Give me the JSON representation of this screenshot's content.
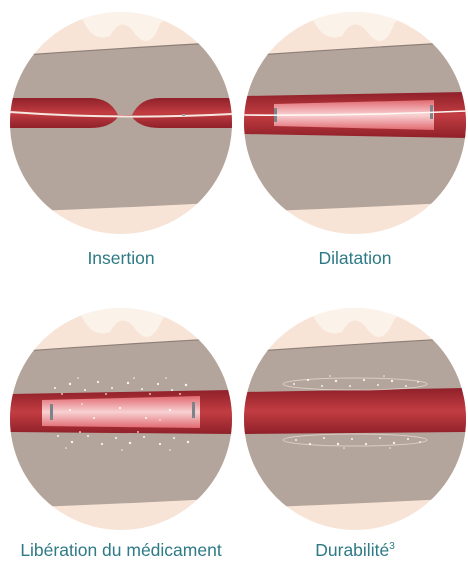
{
  "steps": [
    {
      "label": "Insertion"
    },
    {
      "label": "Dilatation"
    },
    {
      "label": "Libération du médicament"
    },
    {
      "label": "Durabilité",
      "superscript": "3"
    }
  ],
  "colors": {
    "label_text": "#2e7a86",
    "tissue_outer": "#f8e4d6",
    "tissue_gray": "#b4a59c",
    "vessel_dark": "#9b2730",
    "vessel_mid": "#bd3a3f",
    "balloon_glow": "#f7c7c9",
    "wire": "#f6e8e0"
  }
}
